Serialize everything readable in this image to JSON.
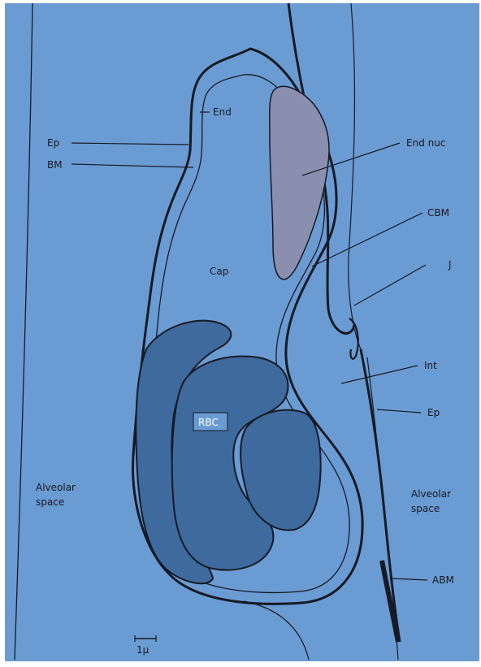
{
  "colors": {
    "background": "#6b9bd3",
    "ink": "#151a24",
    "rbc_fill": "#3e6a9e",
    "nucleus_fill": "#8a8fb0",
    "page_border": "#ffffff"
  },
  "labels": {
    "ep_left": "Ep",
    "bm": "BM",
    "end": "End",
    "end_nuc": "End nuc",
    "cbm": "CBM",
    "j": "J",
    "cap": "Cap",
    "int": "Int",
    "ep_right": "Ep",
    "rbc": "RBC",
    "abm": "ABM",
    "alveolar_left_line1": "Alveolar",
    "alveolar_left_line2": "space",
    "alveolar_right_line1": "Alveolar",
    "alveolar_right_line2": "space",
    "scale": "1μ"
  }
}
